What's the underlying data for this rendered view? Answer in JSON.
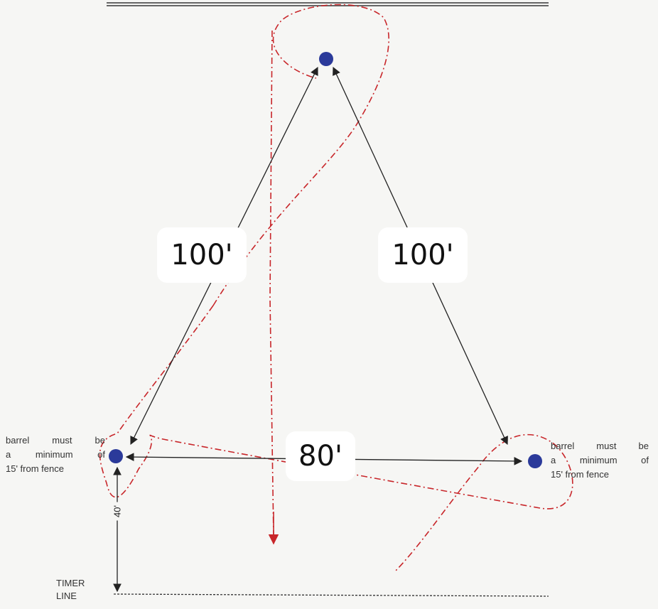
{
  "labels": {
    "left_side": "100'",
    "right_side": "100'",
    "base": "80'",
    "timer_distance": "40'",
    "timer_line": "TIMER LINE",
    "fence_note_left": [
      "barrel must be",
      "a minimum of",
      "15' from fence"
    ],
    "fence_note_right": [
      "barrel must be",
      "a minimum of",
      "15' from fence"
    ]
  },
  "colors": {
    "barrel": "#2b3a9a",
    "pattern": "#c8262a",
    "arrow": "#222222",
    "fence": "#555555"
  }
}
